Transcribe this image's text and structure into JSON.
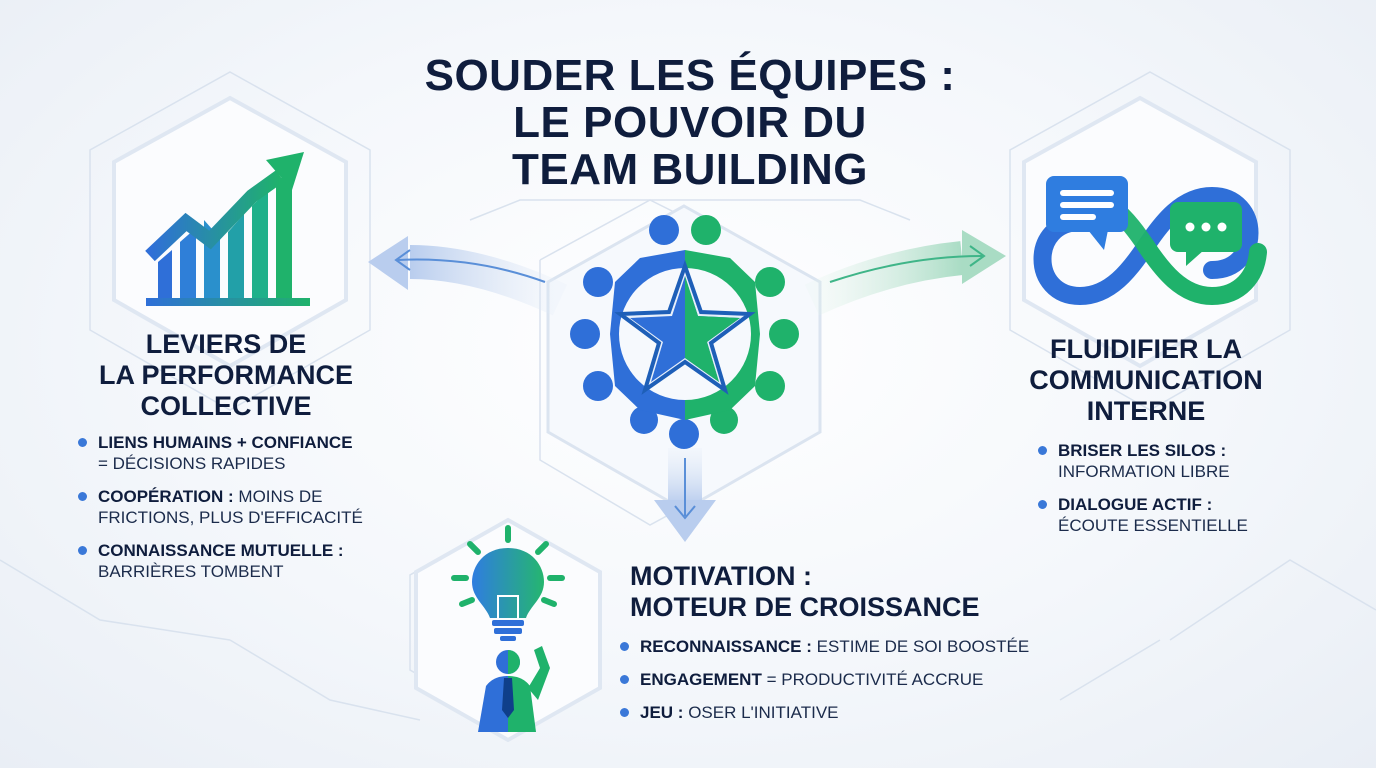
{
  "title": {
    "line1": "SOUDER LES ÉQUIPES :",
    "line2": "LE POUVOIR DU",
    "line3": "TEAM BUILDING"
  },
  "left": {
    "title_lines": [
      "LEVIERS DE",
      "LA PERFORMANCE",
      "COLLECTIVE"
    ],
    "bullets": [
      {
        "bold": "LIENS HUMAINS + CONFIANCE",
        "text": "= DÉCISIONS RAPIDES"
      },
      {
        "bold": "COOPÉRATION :",
        "text": "MOINS DE",
        "text2": "FRICTIONS, PLUS D'EFFICACITÉ"
      },
      {
        "bold": "CONNAISSANCE MUTUELLE :",
        "text": "BARRIÈRES TOMBENT"
      }
    ]
  },
  "right": {
    "title_lines": [
      "FLUIDIFIER LA",
      "COMMUNICATION",
      "INTERNE"
    ],
    "bullets": [
      {
        "bold": "BRISER LES SILOS :",
        "text": "INFORMATION LIBRE"
      },
      {
        "bold": "DIALOGUE ACTIF :",
        "text": "ÉCOUTE ESSENTIELLE"
      }
    ]
  },
  "middle": {
    "title_lines": [
      "MOTIVATION :",
      "MOTEUR DE CROISSANCE"
    ],
    "bullets": [
      {
        "bold": "RECONNAISSANCE :",
        "text": "ESTIME DE SOI BOOSTÉE"
      },
      {
        "bold": "ENGAGEMENT",
        "text": "= PRODUCTIVITÉ ACCRUE"
      },
      {
        "bold": "JEU :",
        "text": "OSER L'INITIATIVE"
      }
    ]
  },
  "icons": {
    "growth": "bar-chart-growth-icon",
    "team": "team-gear-star-icon",
    "communication": "chat-bubbles-infinity-icon",
    "motivation": "lightbulb-person-icon"
  },
  "colors": {
    "blue": "#2f6fd8",
    "green": "#1fb26b",
    "navy": "#0f1d3d",
    "bullet": "#3a78d8"
  }
}
